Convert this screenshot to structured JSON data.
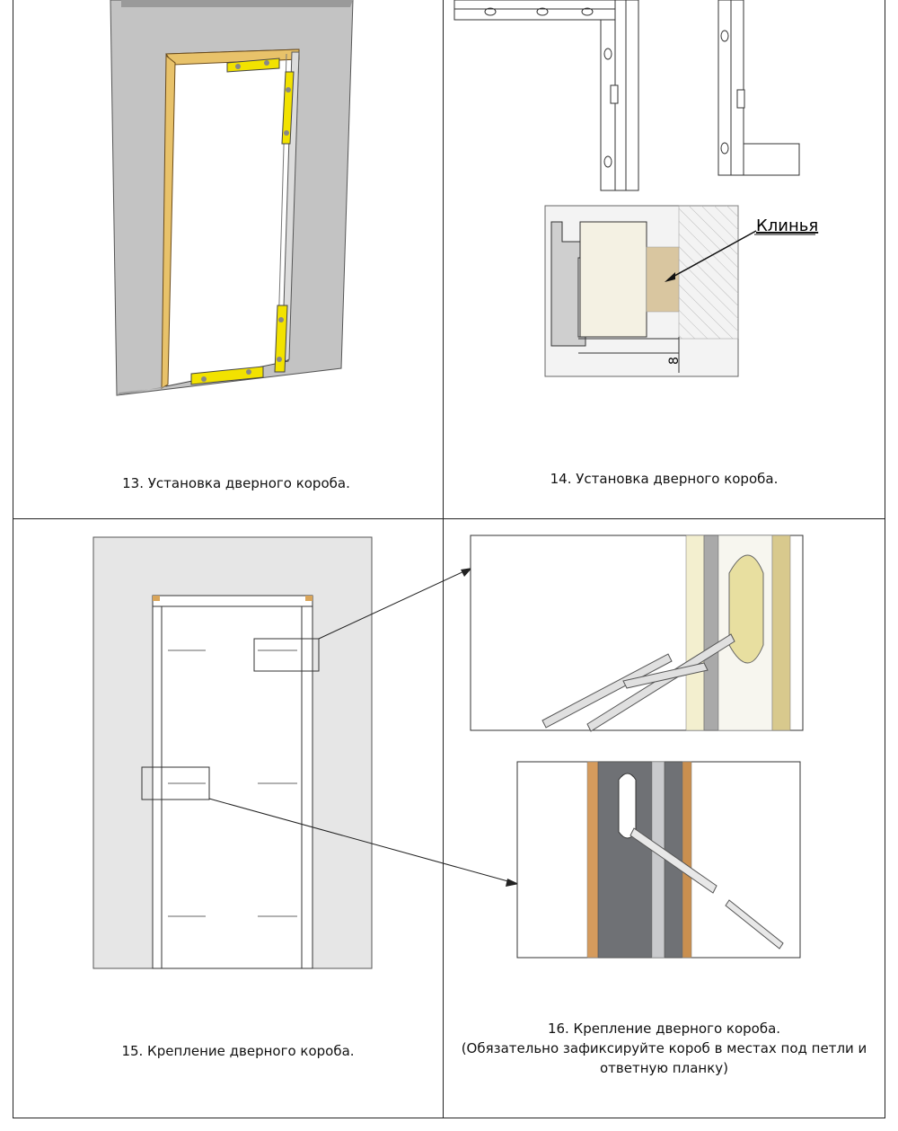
{
  "steps": [
    {
      "caption": "13. Установка дверного короба."
    },
    {
      "caption": "14. Установка дверного короба."
    },
    {
      "caption": "15. Крепление дверного короба."
    },
    {
      "caption_lines": [
        "16. Крепление дверного короба.",
        "(Обязательно зафиксируйте короб в местах под петли и",
        "ответную планку)"
      ]
    }
  ],
  "detail": {
    "wedges_label": "Клинья",
    "gap_dimension": "8"
  },
  "colors": {
    "wall": "#c8c8c8",
    "wall_light": "#e6e6e6",
    "frame_wood": "#e8c26a",
    "spacer_yellow": "#f2e200",
    "wedge": "#d9c6a0",
    "door_panel": "#f4f1e3"
  }
}
